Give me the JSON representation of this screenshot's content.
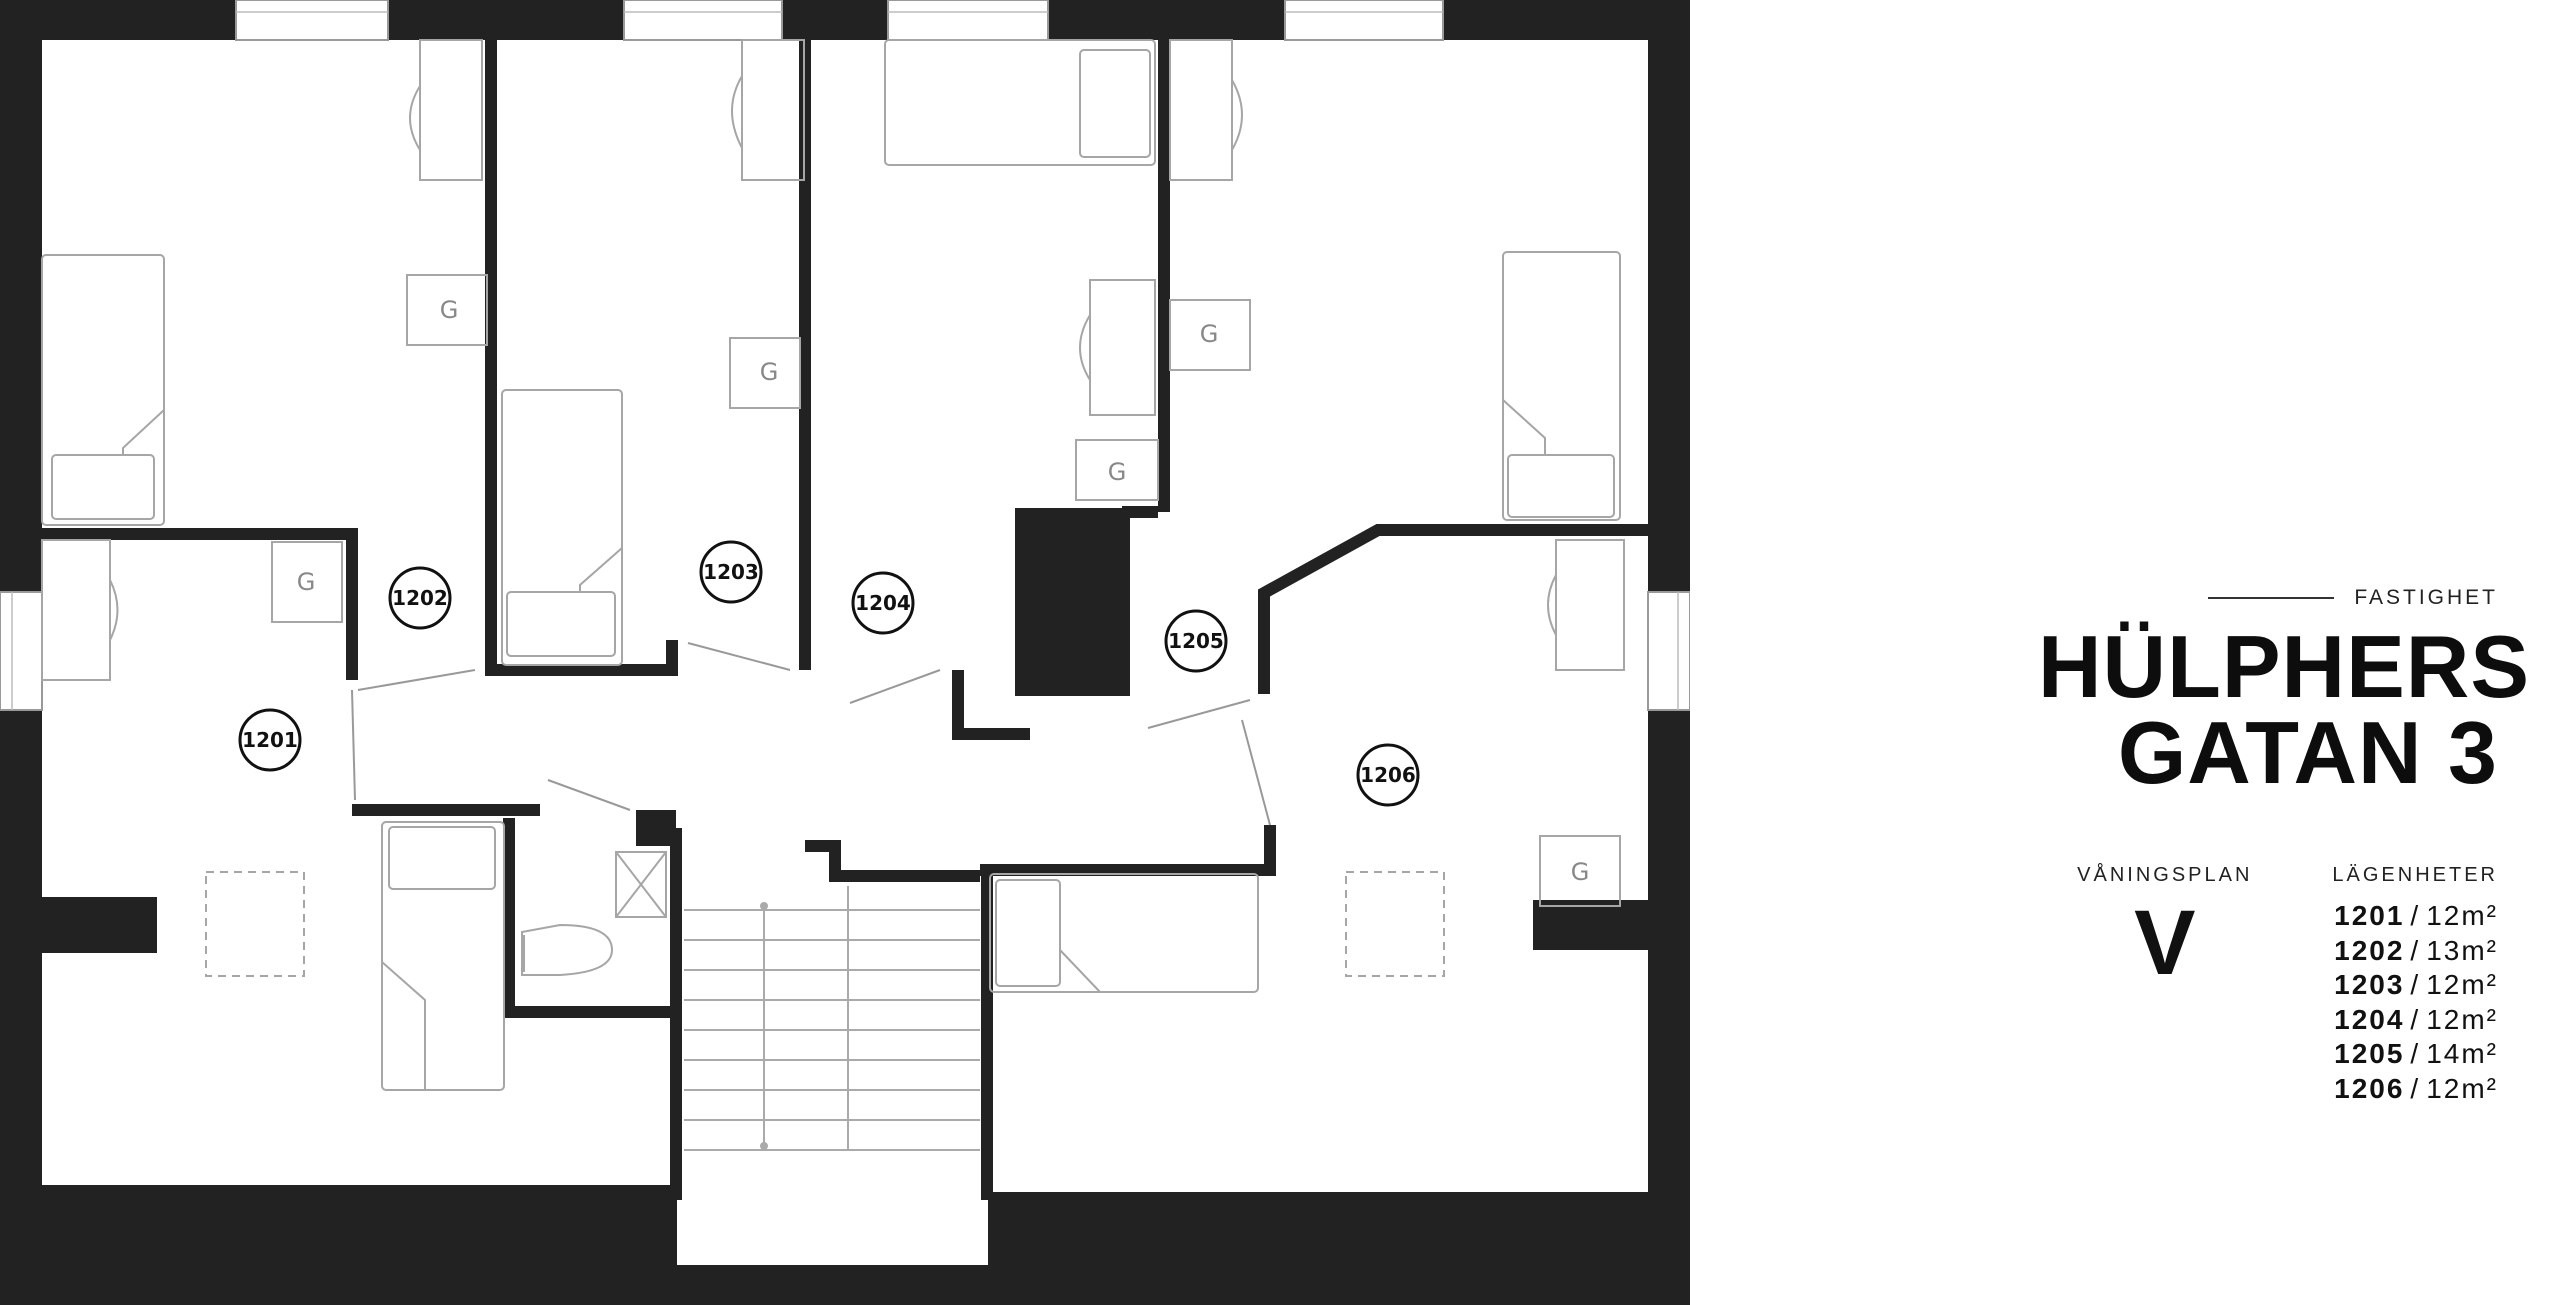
{
  "header": {
    "kicker": "FASTIGHET",
    "title": "HÜLPHERS GATAN 3"
  },
  "floor": {
    "label": "VÅNINGSPLAN",
    "value": "V"
  },
  "apartments": {
    "label": "LÄGENHETER",
    "items": [
      {
        "number": "1201",
        "sep": "/",
        "area": "12m²"
      },
      {
        "number": "1202",
        "sep": "/",
        "area": "13m²"
      },
      {
        "number": "1203",
        "sep": "/",
        "area": "12m²"
      },
      {
        "number": "1204",
        "sep": "/",
        "area": "12m²"
      },
      {
        "number": "1205",
        "sep": "/",
        "area": "14m²"
      },
      {
        "number": "1206",
        "sep": "/",
        "area": "12m²"
      }
    ]
  },
  "plan": {
    "room_labels": [
      "1201",
      "1202",
      "1203",
      "1204",
      "1205",
      "1206"
    ],
    "wardrobe_label": "G",
    "colors": {
      "wall": "#222222",
      "furniture": "#a6a6a6",
      "background": "#ffffff"
    }
  }
}
